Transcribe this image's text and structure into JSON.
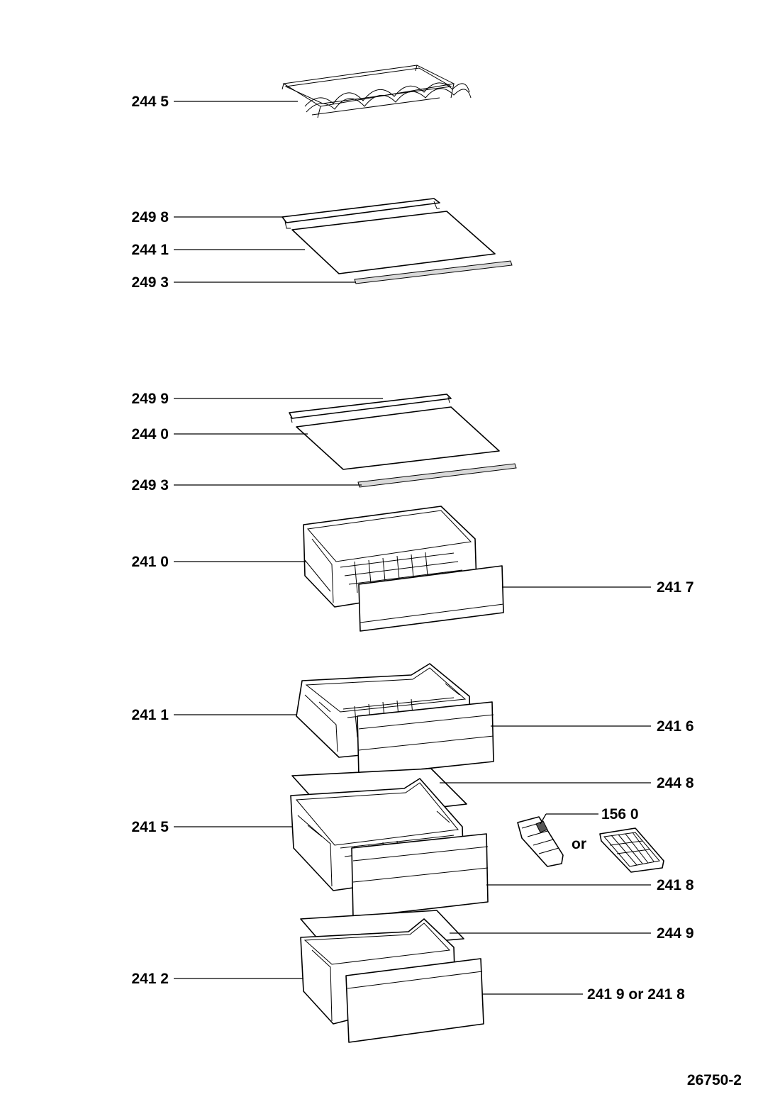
{
  "labels": {
    "wine_rack": "244 5",
    "shelf1_trim_rear": "249 8",
    "shelf1_glass": "244 1",
    "shelf1_trim_front": "249 3",
    "shelf2_trim_rear": "249 9",
    "shelf2_glass": "244 0",
    "shelf2_trim_front": "249 3",
    "drawer1_box": "241 0",
    "drawer1_front": "241 7",
    "drawer2_box": "241 1",
    "drawer2_front": "241 6",
    "glass_plate_1": "244 8",
    "ice_tray": "156 0",
    "or_word": "or",
    "drawer3_box": "241 5",
    "drawer3_front": "241 8",
    "glass_plate_2": "244 9",
    "drawer4_box": "241 2",
    "drawer4_front": "241 9 or 241 8"
  },
  "drawing_number": "26750-2"
}
